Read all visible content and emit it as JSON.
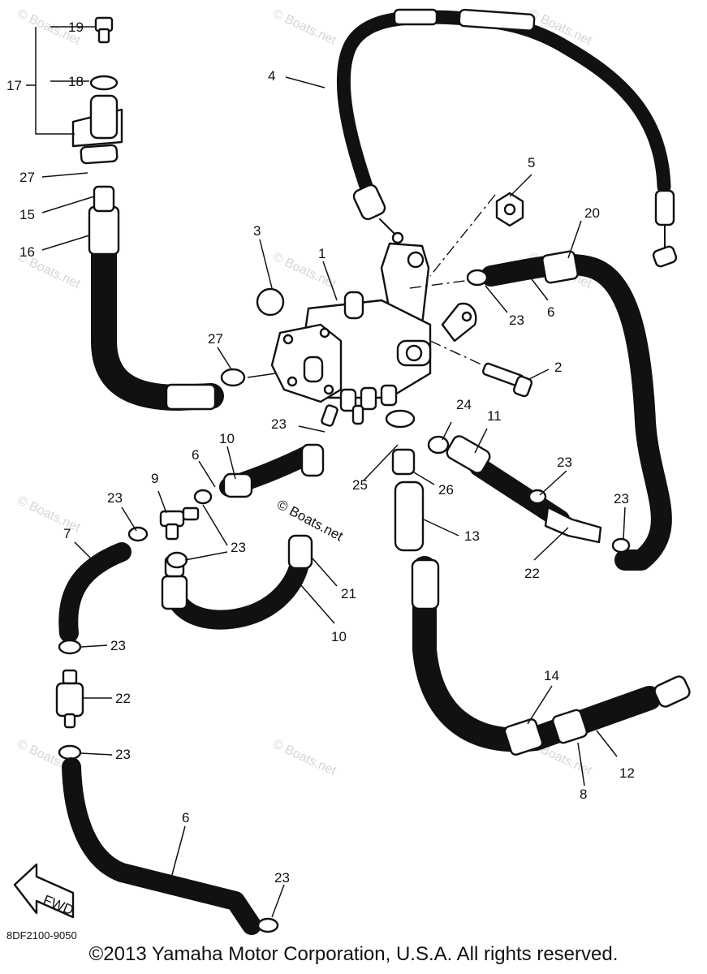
{
  "diagram": {
    "drawing_code": "8DF2100-9050",
    "direction_label": "FWD",
    "watermark": "© Boats.net",
    "center_watermark": "© Boats.net",
    "copyright": "©2013 Yamaha Motor Corporation, U.S.A. All rights reserved.",
    "callouts": {
      "c1": "1",
      "c2": "2",
      "c3": "3",
      "c4": "4",
      "c5": "5",
      "c6a": "6",
      "c6b": "6",
      "c6c": "6",
      "c7": "7",
      "c8": "8",
      "c9": "9",
      "c10a": "10",
      "c10b": "10",
      "c11": "11",
      "c12": "12",
      "c13": "13",
      "c14": "14",
      "c15": "15",
      "c16": "16",
      "c17": "17",
      "c18": "18",
      "c19": "19",
      "c20": "20",
      "c21": "21",
      "c22a": "22",
      "c22b": "22",
      "c23a": "23",
      "c23b": "23",
      "c23c": "23",
      "c23d": "23",
      "c23e": "23",
      "c23f": "23",
      "c23g": "23",
      "c23h": "23",
      "c23i": "23",
      "c24": "24",
      "c25": "25",
      "c26": "26",
      "c27a": "27",
      "c27b": "27"
    }
  }
}
